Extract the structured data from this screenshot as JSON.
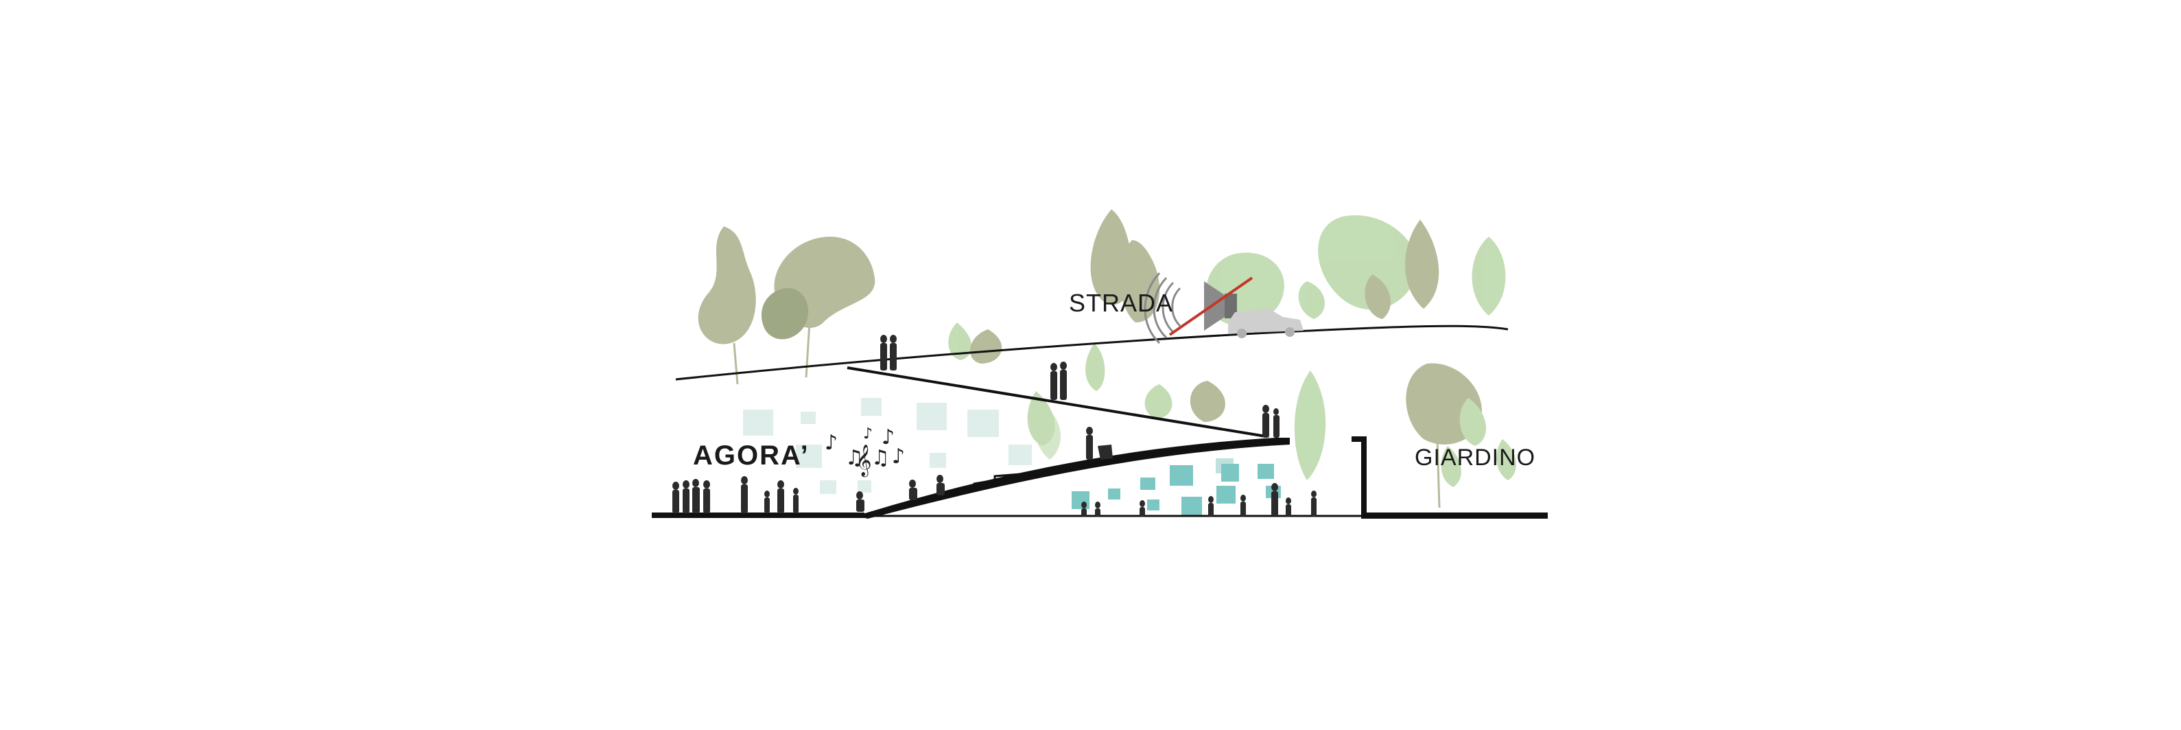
{
  "labels": {
    "agora": "AGORA’",
    "strada": "STRADA",
    "giardino": "GIARDINO"
  },
  "icons": {
    "music_notes": [
      "♪",
      "♫",
      "♪",
      "𝄞",
      "♪",
      "♫",
      "♪"
    ],
    "sound_wave": "speaker-with-sound-waves-crossed",
    "car": "car-icon"
  },
  "colors": {
    "tree_green_light": "#b9d7a8",
    "tree_olive": "#a9b08a",
    "window_teal": "#7cc7c3",
    "window_pale": "#dfeeea",
    "ground_black": "#111111",
    "cross_red": "#c0392b"
  }
}
